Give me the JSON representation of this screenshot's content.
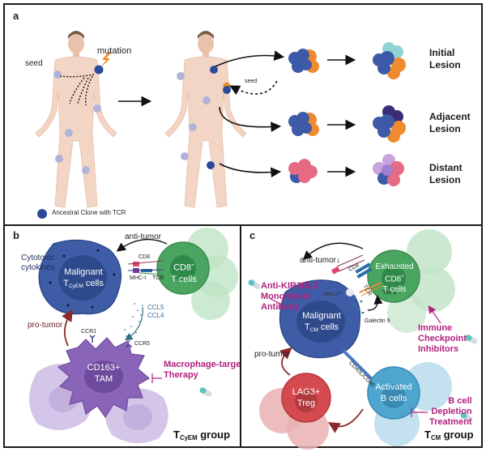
{
  "panels": {
    "a": {
      "letter": "a",
      "labels": {
        "mutation": "mutation",
        "seed_left": "seed",
        "seed_return": "seed"
      },
      "legend": {
        "text": "Ancestral Clone with TCR"
      },
      "lesions": [
        {
          "line1": "Initial",
          "line2": "Lesion"
        },
        {
          "line1": "Adjacent",
          "line2": "Lesion"
        },
        {
          "line1": "Distant",
          "line2": "Lesion"
        }
      ]
    },
    "b": {
      "letter": "b",
      "labels": {
        "cytotoxic_line1": "Cytotoxic",
        "cytotoxic_line2": "cytokines",
        "anti_tumor": "anti-tumor",
        "pro_tumor": "pro-tumor",
        "malignant_line1": "Malignant",
        "malignant_t": "T",
        "malignant_sub": "CyEM",
        "malignant_cells": " cells",
        "cd8_cell_line1": "CD8",
        "cd8_sup": "+",
        "cd8_cell_line2": "T cells",
        "cd8": "CD8",
        "mhc": "MHC-I",
        "tcr": "TCR",
        "ccl5": "CCL5",
        "ccl4": "CCL4",
        "ccr1": "CCR1",
        "ccr5": "CCR5",
        "tam_line1": "CD163+",
        "tam_line2": "TAM",
        "therapy_line1": "Macrophage-targeted",
        "therapy_line2": "Therapy",
        "group_t": "T",
        "group_sub": "CyEM",
        "group_rest": " group"
      }
    },
    "c": {
      "letter": "c",
      "labels": {
        "anti_tumor": "anti-tumor",
        "down_arrow": "↓",
        "antibody_line1": "Anti-KIR3DL2",
        "antibody_line2": "Monoclonal",
        "antibody_line3": "Antibody",
        "mhc_low": "MHC-I",
        "mhc_sup": "low",
        "cd8": "CD8",
        "tcr": "TCR",
        "tim3": "Tim 3",
        "galectin": "Galectin 9",
        "exhausted_line1": "Exhausted",
        "exhausted_line2": "CD8",
        "exhausted_sup": "+",
        "exhausted_line3": "T cells",
        "malignant_line1": "Malignant",
        "malignant_t": "T",
        "malignant_sub": "CM",
        "malignant_cells": " cells",
        "cd40": "CD40L/CD40",
        "pro_tumor": "pro-tumor",
        "treg_line1": "LAG3+",
        "treg_line2": "Treg",
        "bcell_line1": "Activated",
        "bcell_line2": "B cells",
        "checkpoint_line1": "Immune",
        "checkpoint_line2": "Checkpoint",
        "checkpoint_line3": "Inhibitors",
        "depletion_line1": "B cell",
        "depletion_line2": "Depletion",
        "depletion_line3": "Treatment",
        "group_t": "T",
        "group_sub": "CM",
        "group_rest": " group"
      }
    }
  },
  "colors": {
    "malignant": "#3e5da6",
    "malignant_core": "#2f4a8c",
    "cd8": "#4aa561",
    "tam": "#8a64b8",
    "treg": "#d44a4f",
    "bcell": "#4ea6d0",
    "therapy": "#b3207e",
    "pro_tumor_arrow": "#8b2a2a",
    "skin": "#f3d5c5"
  }
}
